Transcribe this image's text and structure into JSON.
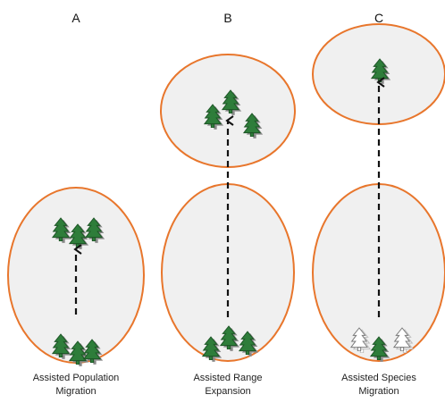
{
  "colors": {
    "ellipse_stroke": "#e8762c",
    "ellipse_fill": "#f0f0f0",
    "tree_green": "#2e7d3a",
    "tree_dark": "#1d5526",
    "tree_shadow": "#8a8a8a",
    "trunk": "#6b4a2b",
    "outline_tree": "#ffffff",
    "arrow": "#111111"
  },
  "icons": {
    "tree": "pine-tree-icon",
    "outline_tree": "pine-tree-outline-icon",
    "arrow": "arrow-up-icon"
  },
  "panels": [
    {
      "id": "a",
      "label": "A",
      "caption_line1": "Assisted Population",
      "caption_line2": "Migration"
    },
    {
      "id": "b",
      "label": "B",
      "caption_line1": "Assisted Range",
      "caption_line2": "Expansion"
    },
    {
      "id": "c",
      "label": "C",
      "caption_line1": "Assisted Species",
      "caption_line2": "Migration"
    }
  ]
}
